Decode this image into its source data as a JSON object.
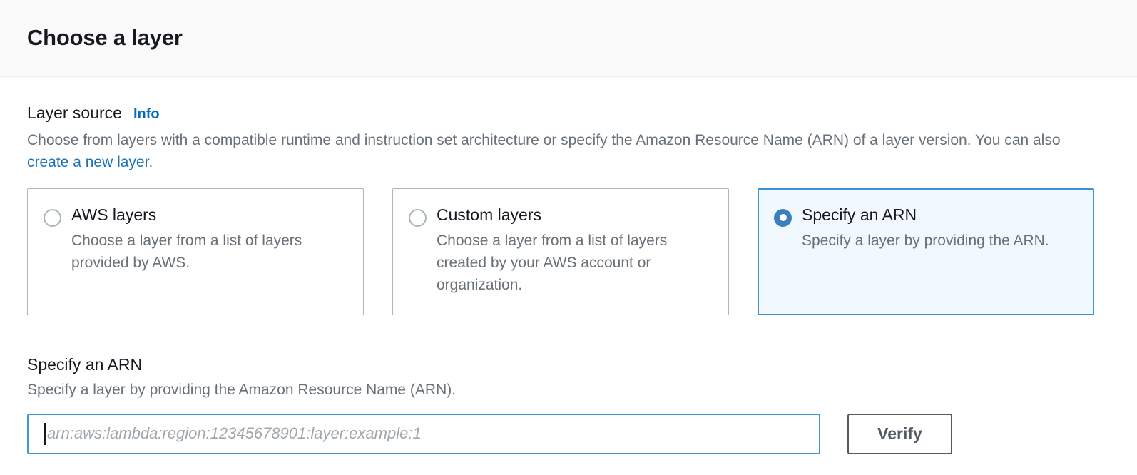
{
  "header": {
    "title": "Choose a layer"
  },
  "layer_source": {
    "label": "Layer source",
    "info_label": "Info",
    "description_before": "Choose from layers with a compatible runtime and instruction set architecture or specify the Amazon Resource Name (ARN) of a layer version. You can also ",
    "description_link": "create a new layer",
    "description_after": ".",
    "options": [
      {
        "title": "AWS layers",
        "description": "Choose a layer from a list of layers provided by AWS.",
        "selected": false
      },
      {
        "title": "Custom layers",
        "description": "Choose a layer from a list of layers created by your AWS account or organization.",
        "selected": false
      },
      {
        "title": "Specify an ARN",
        "description": "Specify a layer by providing the ARN.",
        "selected": true
      }
    ]
  },
  "arn_section": {
    "heading": "Specify an ARN",
    "description": "Specify a layer by providing the Amazon Resource Name (ARN).",
    "input_placeholder": "arn:aws:lambda:region:12345678901:layer:example:1",
    "input_value": "",
    "verify_label": "Verify"
  },
  "colors": {
    "accent_blue": "#3b93d6",
    "link_blue": "#1a73b8",
    "info_blue": "#0a6cb5",
    "radio_fill": "#3b7fbf",
    "selected_card_bg": "#f1f9fe",
    "card_border": "#aab7b8",
    "input_focus_border": "#4298c6",
    "button_border": "#545b64",
    "text_dark": "#16191f",
    "text_muted": "#687078",
    "header_bg": "#fafafa"
  }
}
